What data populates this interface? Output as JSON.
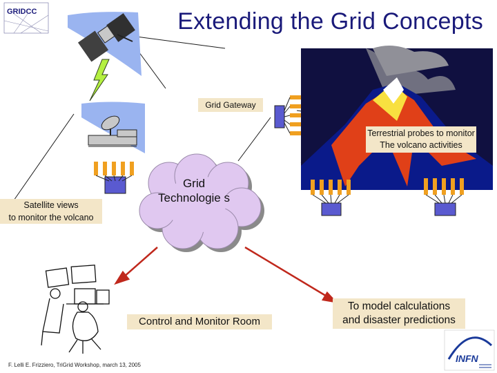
{
  "slide": {
    "title": "Extending the Grid Concepts",
    "logo_text": "GRIDCC",
    "footer": "F. Lelli E. Frizziero, TriGrid Workshop, march 13, 2005",
    "infn_logo": "INFN"
  },
  "labels": {
    "grid_gateway": "Grid Gateway",
    "probes_line1": "Terrestrial probes to monitor",
    "probes_line2": "The volcano activities",
    "satellite_line1": "Satellite views",
    "satellite_line2": "to monitor the volcano",
    "grid_cloud": "Grid Technologie s",
    "control_room": "Control and Monitor  Room",
    "model_line1": "To model calculations",
    "model_line2": "and disaster predictions"
  },
  "colors": {
    "title": "#1a1a7a",
    "label_bg": "#f3e6c8",
    "line": "#1a1a1a",
    "arrow": "#c0281c",
    "probe_orange": "#f0a020",
    "probe_box": "#5a5ad0",
    "cloud": "#e0c8f0",
    "sky_volcano": "#101040"
  }
}
